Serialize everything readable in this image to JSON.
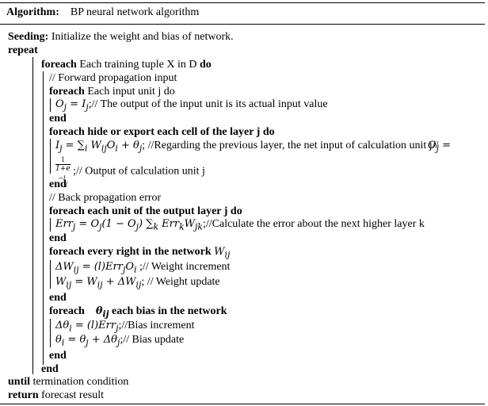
{
  "header": {
    "label": "Algorithm:",
    "title": "BP neural network algorithm"
  },
  "lines": {
    "seeding_kw": "Seeding:",
    "seeding_text": " Initialize the weight and bias of network.",
    "repeat_kw": "repeat",
    "foreach1_kw": "foreach",
    "foreach1_text": " Each training tuple X in D ",
    "foreach1_do": "do",
    "comment_fwd": "// Forward propagation input",
    "foreach2_kw": "foreach",
    "foreach2_text": "    Each input unit j do",
    "oj_formula": "O",
    "oj_formula_sub": "j",
    "oj_eq": " = I",
    "oj_eq_sub": "j",
    "oj_comment": ";// The output of the input unit is its actual input value",
    "end1": "end",
    "foreach3_bold": "foreach hide or export each cell of the layer j do",
    "ij_formula": "I",
    "ij_formula_sub": "j",
    "ij_rest": " = ∑",
    "ij_rest_sub": "i",
    "ij_rest2": " W",
    "ij_rest2_sub": "ij",
    "ij_rest3": "O",
    "ij_rest3_sub": "i",
    "ij_rest4": " + θ",
    "ij_rest4_sub": "j",
    "ij_comment": "; //Regarding the previous layer, the net input of calculation unit j//",
    "oj2_formula": "O",
    "oj2_formula_sub": "j",
    "oj2_eq": " =",
    "frac_num": "1",
    "frac_den": "1+e",
    "frac_den_sup": "−I",
    "frac_den_sub": "j",
    "oj2_comment": " ;// Output of calculation unit j",
    "end2": "end",
    "comment_back": "// Back propagation error",
    "foreach4_bold": "foreach each unit of the output layer j do",
    "err_formula": "Err",
    "err_formula_sub": "j",
    "err_rest": " = O",
    "err_rest_sub": "j",
    "err_rest2": "(1 − O",
    "err_rest2_sub": "j",
    "err_rest3": ") ∑",
    "err_rest3_sub": "k",
    "err_rest4": " Err",
    "err_rest4_sub": "k",
    "err_rest5": "W",
    "err_rest5_sub": "jk",
    "err_comment": ";//Calculate the error about the next higher layer k",
    "end3": "end",
    "foreach5_bold": "foreach every right in the network ",
    "foreach5_w": "W",
    "foreach5_w_sub": "ij",
    "dw_formula": "ΔW",
    "dw_formula_sub": "ij",
    "dw_rest": " = (l)Err",
    "dw_rest_sub": "j",
    "dw_rest2": "O",
    "dw_rest2_sub": "i",
    "dw_comment": " ;// Weight increment",
    "w_formula": "W",
    "w_formula_sub": "ij",
    "w_rest": " = W",
    "w_rest_sub": "ij",
    "w_rest2": " + ΔW",
    "w_rest2_sub": "ij",
    "w_comment": "; // Weight update",
    "end4": "end",
    "foreach6_kw": "foreach",
    "foreach6_theta": "θ",
    "foreach6_theta_sub": "ij",
    "foreach6_text": " each bias in the network",
    "db_formula": "Δθ",
    "db_formula_sub": "i",
    "db_rest": " = (l)Err",
    "db_rest_sub": "j",
    "db_comment": ";//Bias increment",
    "t_formula": "θ",
    "t_formula_sub": "i",
    "t_rest": " = θ",
    "t_rest_sub": "j",
    "t_rest2": " + Δθ",
    "t_rest2_sub": "j",
    "t_comment": ";// Bias update",
    "end5": "end",
    "end6": "end",
    "until_kw": "until",
    "until_text": " termination condition",
    "return_kw": "return",
    "return_text": " forecast result"
  }
}
